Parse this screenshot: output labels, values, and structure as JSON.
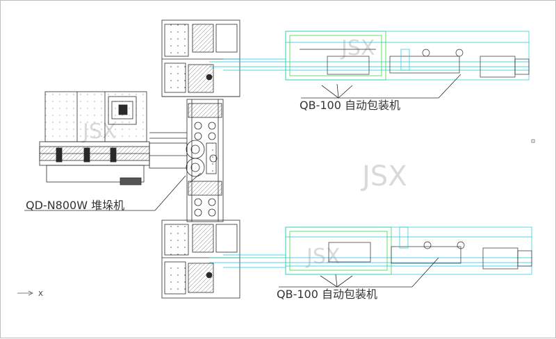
{
  "labels": {
    "packer_top": "QB-100 自动包装机",
    "packer_bottom": "QB-100 自动包装机",
    "stacker": "QD-N800W 堆垛机",
    "axis": "X"
  },
  "watermarks": [
    "JSX",
    "JSX",
    "JSX",
    "JSX"
  ],
  "colors": {
    "drawing": "#2a2a2a",
    "packer_green": "#1fd61f",
    "packer_cyan": "#19c6de",
    "watermark": "#d9d9d9"
  }
}
